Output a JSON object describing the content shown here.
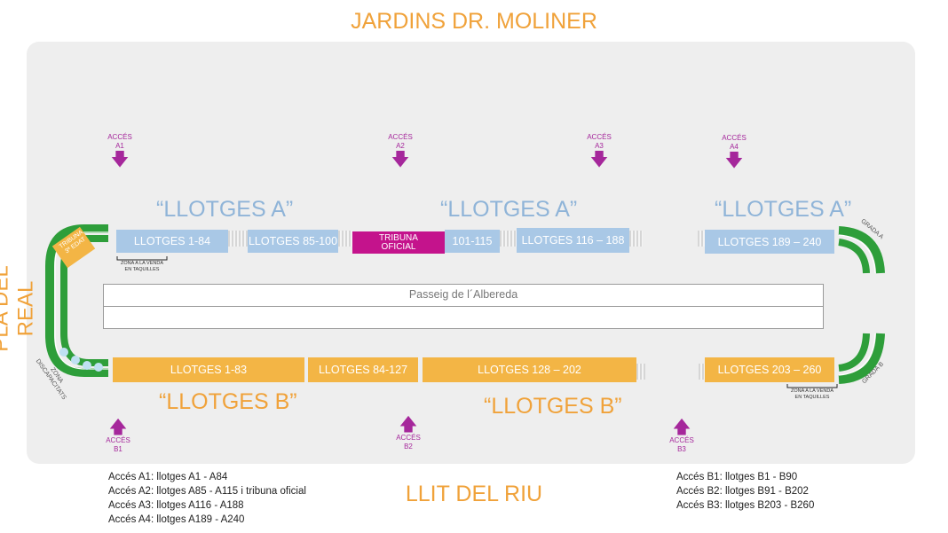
{
  "streets": {
    "top": "JARDINS  DR. MOLINER",
    "bottom": "LLIT DEL RIU",
    "left": "PLA DEL REAL"
  },
  "access": {
    "a1": {
      "label": "ACCÉS",
      "code": "A1"
    },
    "a2": {
      "label": "ACCÉS",
      "code": "A2"
    },
    "a3": {
      "label": "ACCÉS",
      "code": "A3"
    },
    "a4": {
      "label": "ACCÉS",
      "code": "A4"
    },
    "b1": {
      "label": "ACCÉS",
      "code": "B1"
    },
    "b2": {
      "label": "ACCÉS",
      "code": "B2"
    },
    "b3": {
      "label": "ACCÉS",
      "code": "B3"
    }
  },
  "sector_titles": {
    "a": "“LLOTGES A”",
    "b": "“LLOTGES B”"
  },
  "boxes_a": [
    "LLOTGES 1-84",
    "LLOTGES 85-100",
    "101-115",
    "LLOTGES 116 – 188",
    "LLOTGES 189 – 240"
  ],
  "boxes_b": [
    "LLOTGES 1-83",
    "LLOTGES 84-127",
    "LLOTGES 128 – 202",
    "LLOTGES 203 – 260"
  ],
  "tribune_oficial": [
    "TRIBUNA",
    "OFICIAL"
  ],
  "tribune_edat": [
    "TRIBUNA",
    "3ª EDAT"
  ],
  "passeig": "Passeig de l´Albereda",
  "ticket_note": [
    "ZONA A LA VENDA",
    "EN TAQUILLES"
  ],
  "grada_a": "GRADA A",
  "grada_b": "GRADA B",
  "zona_disc": [
    "ZONA",
    "DISCAPACITATS"
  ],
  "legend_a": [
    "Accés A1: llotges A1 - A84",
    "Accés A2: llotges A85 - A115 i tribuna oficial",
    "Accés A3: llotges A116 - A188",
    "Accés A4: llotges A189 - A240"
  ],
  "legend_b": [
    "Accés B1: llotges B1 - B90",
    "Accés B2: llotges B91 - B202",
    "Accés B3: llotges B203 - B260"
  ],
  "colors": {
    "orange": "#f0a23a",
    "blue": "#a9c8e6",
    "magenta": "#c4138c",
    "green": "#2e9e3a"
  },
  "icons": [
    "down-arrow-icon",
    "up-arrow-icon",
    "wheelchair-icon"
  ]
}
